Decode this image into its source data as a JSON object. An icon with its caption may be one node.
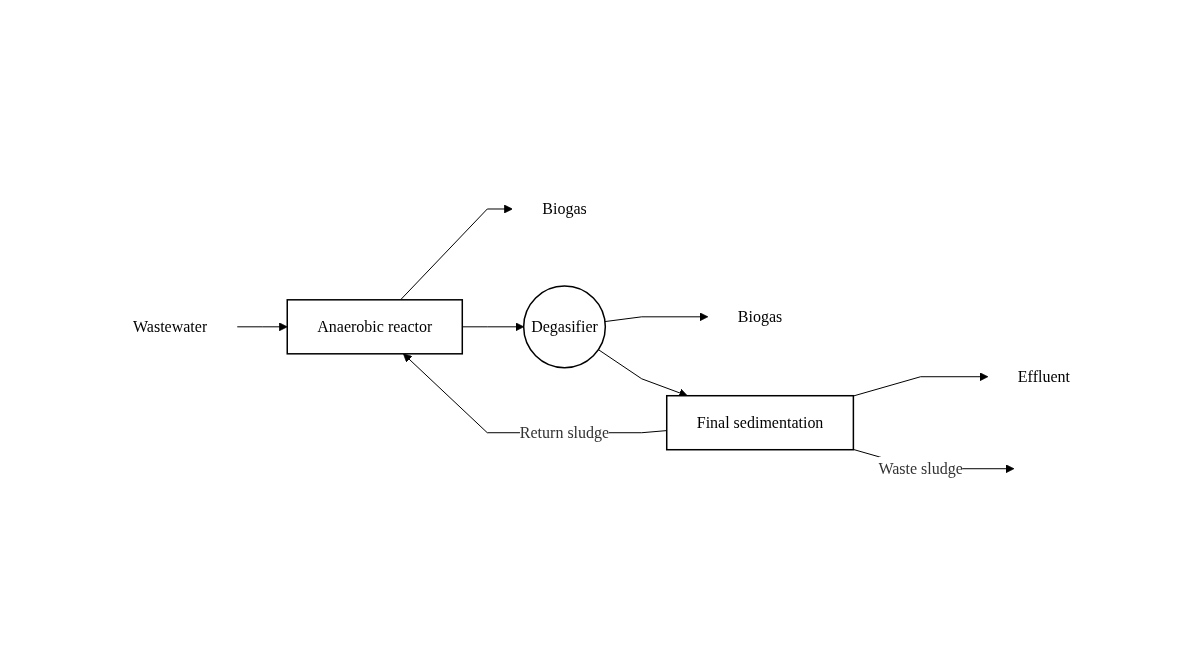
{
  "diagram": {
    "nodes": [
      {
        "text": [
          "Wastewater"
        ]
      },
      {
        "text": [
          "Anaerobic reactor"
        ]
      },
      {
        "text": [
          "Degasifier"
        ]
      },
      {
        "text": [
          "Final sedimentation"
        ]
      },
      {
        "text": [
          "Biogas"
        ]
      },
      {
        "text": [
          "Biogas"
        ]
      },
      {
        "text": [
          "Effluent"
        ]
      }
    ],
    "edges": [
      {
        "from": 0,
        "to": 1,
        "arrow": "to"
      },
      {
        "from": 1,
        "to": 4,
        "arrow": "to"
      },
      {
        "from": 1,
        "to": 2,
        "arrow": "to"
      },
      {
        "from": 2,
        "to": 5,
        "arrow": "to"
      },
      {
        "from": 2,
        "to": 3,
        "arrow": "to"
      },
      {
        "from": 3,
        "to": 6,
        "arrow": "to"
      },
      {
        "from": 3,
        "to": 1,
        "label": "Return sludge",
        "arrow": "to"
      },
      {
        "from": 3,
        "to": null,
        "label": "Waste sludge",
        "arrow": "to"
      }
    ]
  }
}
